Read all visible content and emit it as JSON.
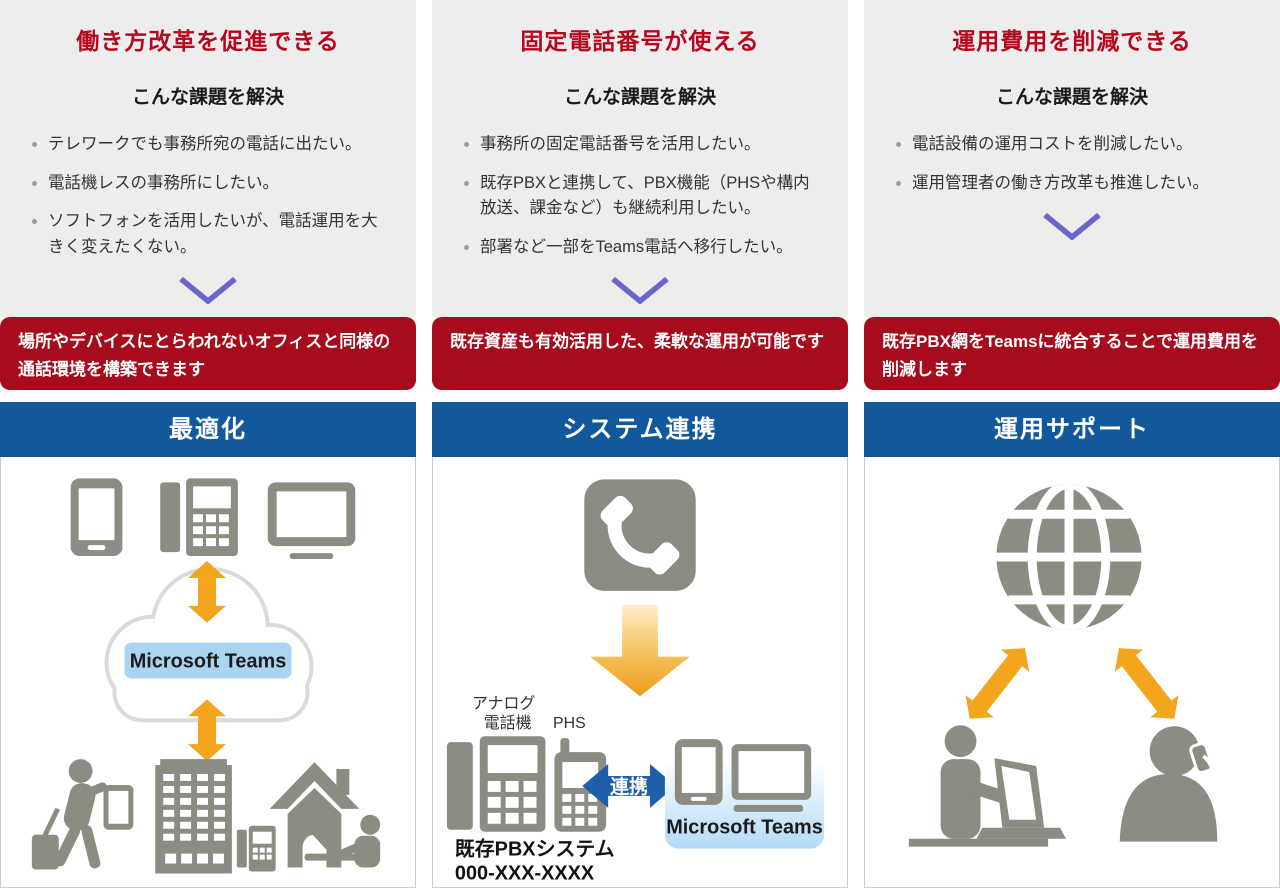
{
  "colors": {
    "title_red": "#b5081e",
    "banner_red": "#a60c1c",
    "header_blue": "#12599b",
    "chevron_purple": "#6b65c9",
    "icon_gray": "#8c8c83",
    "arrow_orange": "#f2a51d",
    "link_blue": "#1d5fa8",
    "teams_chip": "#a9d5f2",
    "panel_gray": "#ededee",
    "border_gray": "#cccccc"
  },
  "columns": [
    {
      "title": "働き方改革を促進できる",
      "subtitle": "こんな課題を解決",
      "bullets": [
        "テレワークでも事務所宛の電話に出たい。",
        "電話機レスの事務所にしたい。",
        "ソフトフォンを活用したいが、電話運用を大きく変えたくない。"
      ],
      "banner": "場所やデバイスにとらわれないオフィスと同様の通話環境を構築できます",
      "section_header": "最適化",
      "illustration": {
        "teams_label": "Microsoft Teams",
        "icons": [
          "smartphone-icon",
          "desk-phone-icon",
          "monitor-icon",
          "up-down-arrow-icon",
          "cloud-icon",
          "traveler-icon",
          "office-building-icon",
          "home-icon",
          "remote-worker-icon"
        ]
      }
    },
    {
      "title": "固定電話番号が使える",
      "subtitle": "こんな課題を解決",
      "bullets": [
        "事務所の固定電話番号を活用したい。",
        "既存PBXと連携して、PBX機能（PHSや構内放送、課金など）も継続利用したい。",
        "部署など一部をTeams電話へ移行したい。"
      ],
      "banner": "既存資産も有効活用した、柔軟な運用が可能です",
      "section_header": "システム連携",
      "illustration": {
        "analog_phone_label": [
          "アナログ",
          "電話機"
        ],
        "phs_label": "PHS",
        "link_label": "連携",
        "teams_label": "Microsoft Teams",
        "pbx_system_lines": [
          "既存PBXシステム",
          "000-XXX-XXXX"
        ],
        "icons": [
          "phone-call-icon",
          "migration-arrow-icon",
          "analog-phone-icon",
          "phs-icon",
          "link-arrow-icon",
          "smartphone-icon",
          "laptop-icon"
        ]
      }
    },
    {
      "title": "運用費用を削減できる",
      "subtitle": "こんな課題を解決",
      "bullets": [
        "電話設備の運用コストを削減したい。",
        "運用管理者の働き方改革も推進したい。"
      ],
      "banner": "既存PBX網をTeamsに統合することで運用費用を削減します",
      "section_header": "運用サポート",
      "illustration": {
        "icons": [
          "globe-icon",
          "sync-arrow-icon",
          "operator-icon",
          "caller-icon"
        ]
      }
    }
  ]
}
